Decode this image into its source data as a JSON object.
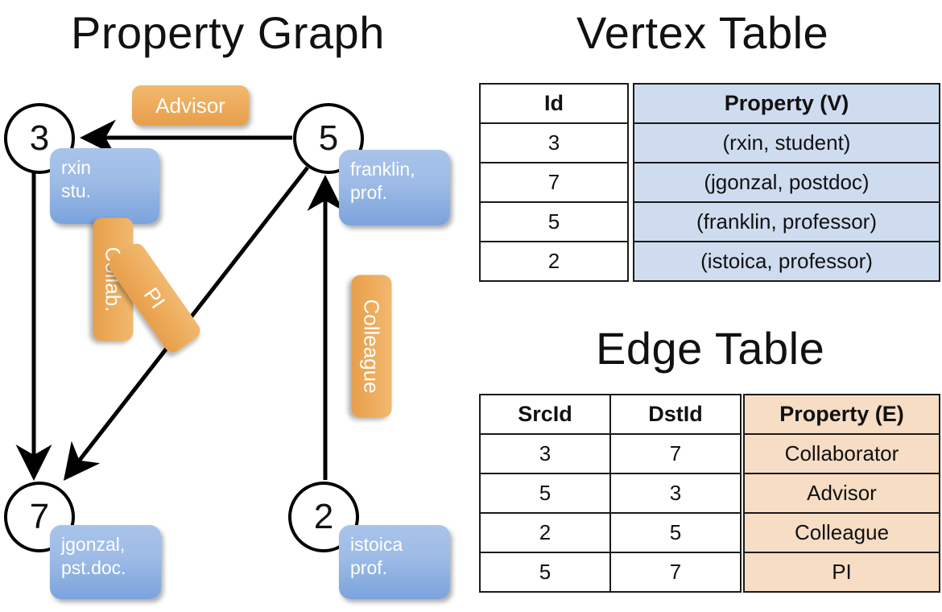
{
  "titles": {
    "property_graph": "Property Graph",
    "vertex_table": "Vertex Table",
    "edge_table": "Edge Table"
  },
  "graph": {
    "nodes": [
      {
        "id": "3",
        "label": "3",
        "property_lines": [
          "rxin",
          "stu."
        ]
      },
      {
        "id": "5",
        "label": "5",
        "property_lines": [
          "franklin,",
          "prof."
        ]
      },
      {
        "id": "7",
        "label": "7",
        "property_lines": [
          "jgonzal,",
          "pst.doc."
        ]
      },
      {
        "id": "2",
        "label": "2",
        "property_lines": [
          "istoica",
          "prof."
        ]
      }
    ],
    "node_properties": {
      "rxin_line1": "rxin",
      "rxin_line2": "stu.",
      "franklin_line1": "franklin,",
      "franklin_line2": "prof.",
      "jgonzal_line1": "jgonzal,",
      "jgonzal_line2": "pst.doc.",
      "istoica_line1": "istoica",
      "istoica_line2": "prof."
    },
    "edge_labels": {
      "advisor": "Advisor",
      "collab": "Collab.",
      "pi": "PI",
      "colleague": "Colleague"
    },
    "edges": [
      {
        "src": "5",
        "dst": "3",
        "label": "Advisor"
      },
      {
        "src": "3",
        "dst": "7",
        "label": "Collab."
      },
      {
        "src": "5",
        "dst": "7",
        "label": "PI"
      },
      {
        "src": "2",
        "dst": "5",
        "label": "Colleague"
      }
    ]
  },
  "vertex_table": {
    "headers": {
      "id": "Id",
      "property": "Property (V)"
    },
    "rows": [
      {
        "id": "3",
        "property": "(rxin, student)"
      },
      {
        "id": "7",
        "property": "(jgonzal, postdoc)"
      },
      {
        "id": "5",
        "property": "(franklin, professor)"
      },
      {
        "id": "2",
        "property": "(istoica, professor)"
      }
    ]
  },
  "edge_table": {
    "headers": {
      "src": "SrcId",
      "dst": "DstId",
      "property": "Property (E)"
    },
    "rows": [
      {
        "src": "3",
        "dst": "7",
        "property": "Collaborator"
      },
      {
        "src": "5",
        "dst": "3",
        "property": "Advisor"
      },
      {
        "src": "2",
        "dst": "5",
        "property": "Colleague"
      },
      {
        "src": "5",
        "dst": "7",
        "property": "PI"
      }
    ]
  },
  "colors": {
    "vertex_cell": "#cfdcef",
    "edge_cell": "#f6ddc4",
    "node_property_box": "#9dbbe6",
    "edge_label_box": "#eeac5c",
    "stroke": "#000000"
  }
}
